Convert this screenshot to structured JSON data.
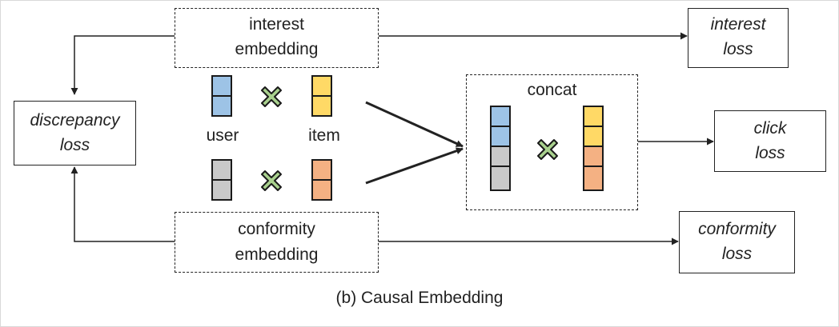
{
  "interest_embedding": [
    "interest",
    "embedding"
  ],
  "conformity_embedding": [
    "conformity",
    "embedding"
  ],
  "interest_loss": [
    "interest",
    "loss"
  ],
  "discrepancy_loss": [
    "discrepancy",
    "loss"
  ],
  "click_loss": [
    "click",
    "loss"
  ],
  "conformity_loss": [
    "conformity",
    "loss"
  ],
  "user_label": "user",
  "item_label": "item",
  "concat_label": "concat",
  "caption": "(b) Causal Embedding",
  "colors": {
    "user_interest": "#9dc3e6",
    "item_interest": "#ffd966",
    "user_conformity": "#c9c9c9",
    "item_conformity": "#f4b183",
    "cross": "#a9d18e",
    "stroke": "#222222"
  },
  "icons": {
    "interaction": "cross-icon"
  }
}
